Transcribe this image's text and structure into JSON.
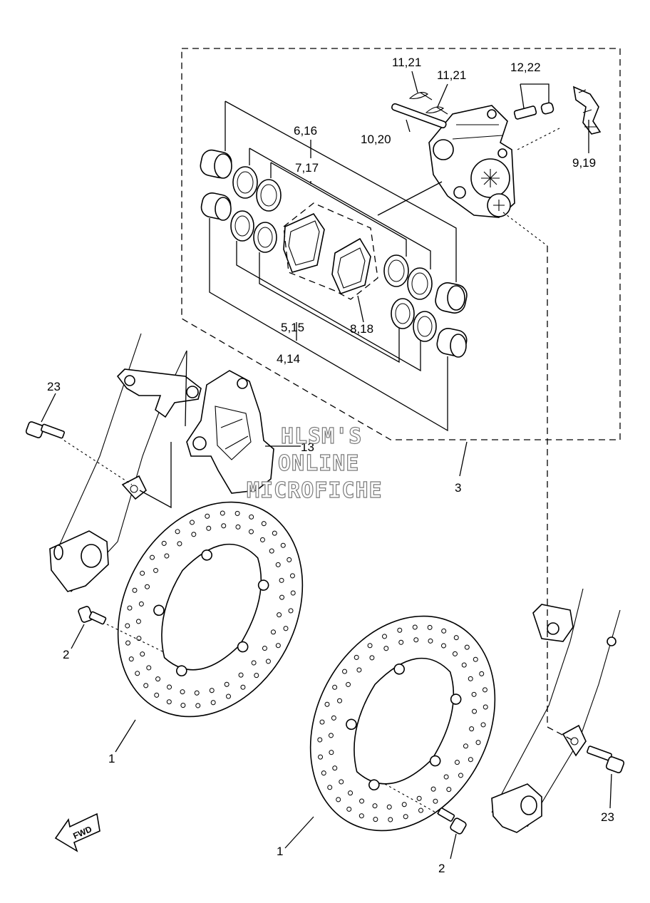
{
  "watermark": {
    "lines": [
      "HLSM'S",
      "ONLINE",
      "MICROFICHE"
    ]
  },
  "arrow_label": "FWD",
  "labels": {
    "l_11_21_a": "11,21",
    "l_11_21_b": "11,21",
    "l_12_22": "12,22",
    "l_10_20": "10,20",
    "l_9_19": "9,19",
    "l_6_16": "6,16",
    "l_7_17": "7,17",
    "l_5_15": "5,15",
    "l_4_14": "4,14",
    "l_8_18": "8,18",
    "l_3": "3",
    "l_13": "13",
    "l_23_a": "23",
    "l_23_b": "23",
    "l_2_a": "2",
    "l_2_b": "2",
    "l_1_a": "1",
    "l_1_b": "1"
  }
}
